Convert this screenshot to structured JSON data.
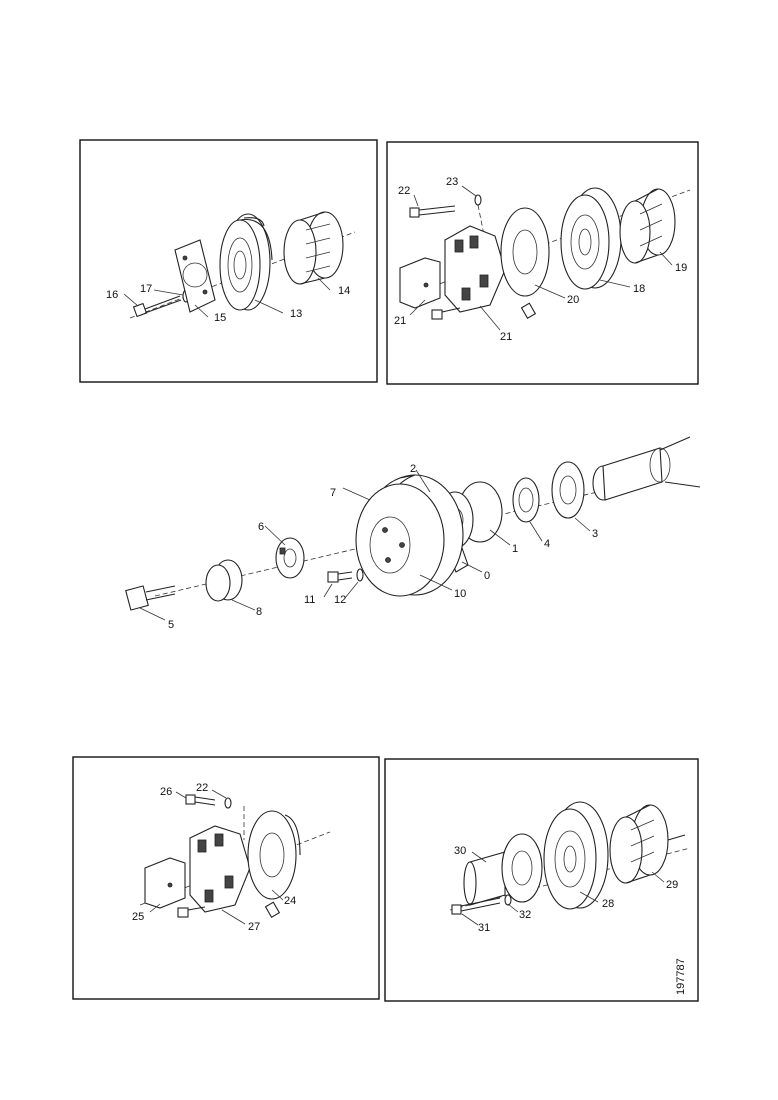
{
  "panel_top_left": {
    "labels": [
      "16",
      "17",
      "15",
      "13",
      "14"
    ]
  },
  "panel_top_right": {
    "labels": [
      "22",
      "23",
      "21",
      "21",
      "20",
      "18",
      "19"
    ]
  },
  "center_assembly": {
    "labels": [
      "7",
      "2",
      "6",
      "1",
      "4",
      "3",
      "0",
      "10",
      "11",
      "12",
      "5",
      "8"
    ]
  },
  "panel_bottom_left": {
    "labels": [
      "26",
      "22",
      "25",
      "27",
      "24"
    ]
  },
  "panel_bottom_right": {
    "labels": [
      "30",
      "31",
      "32",
      "28",
      "29"
    ]
  },
  "figure_code": "197787"
}
